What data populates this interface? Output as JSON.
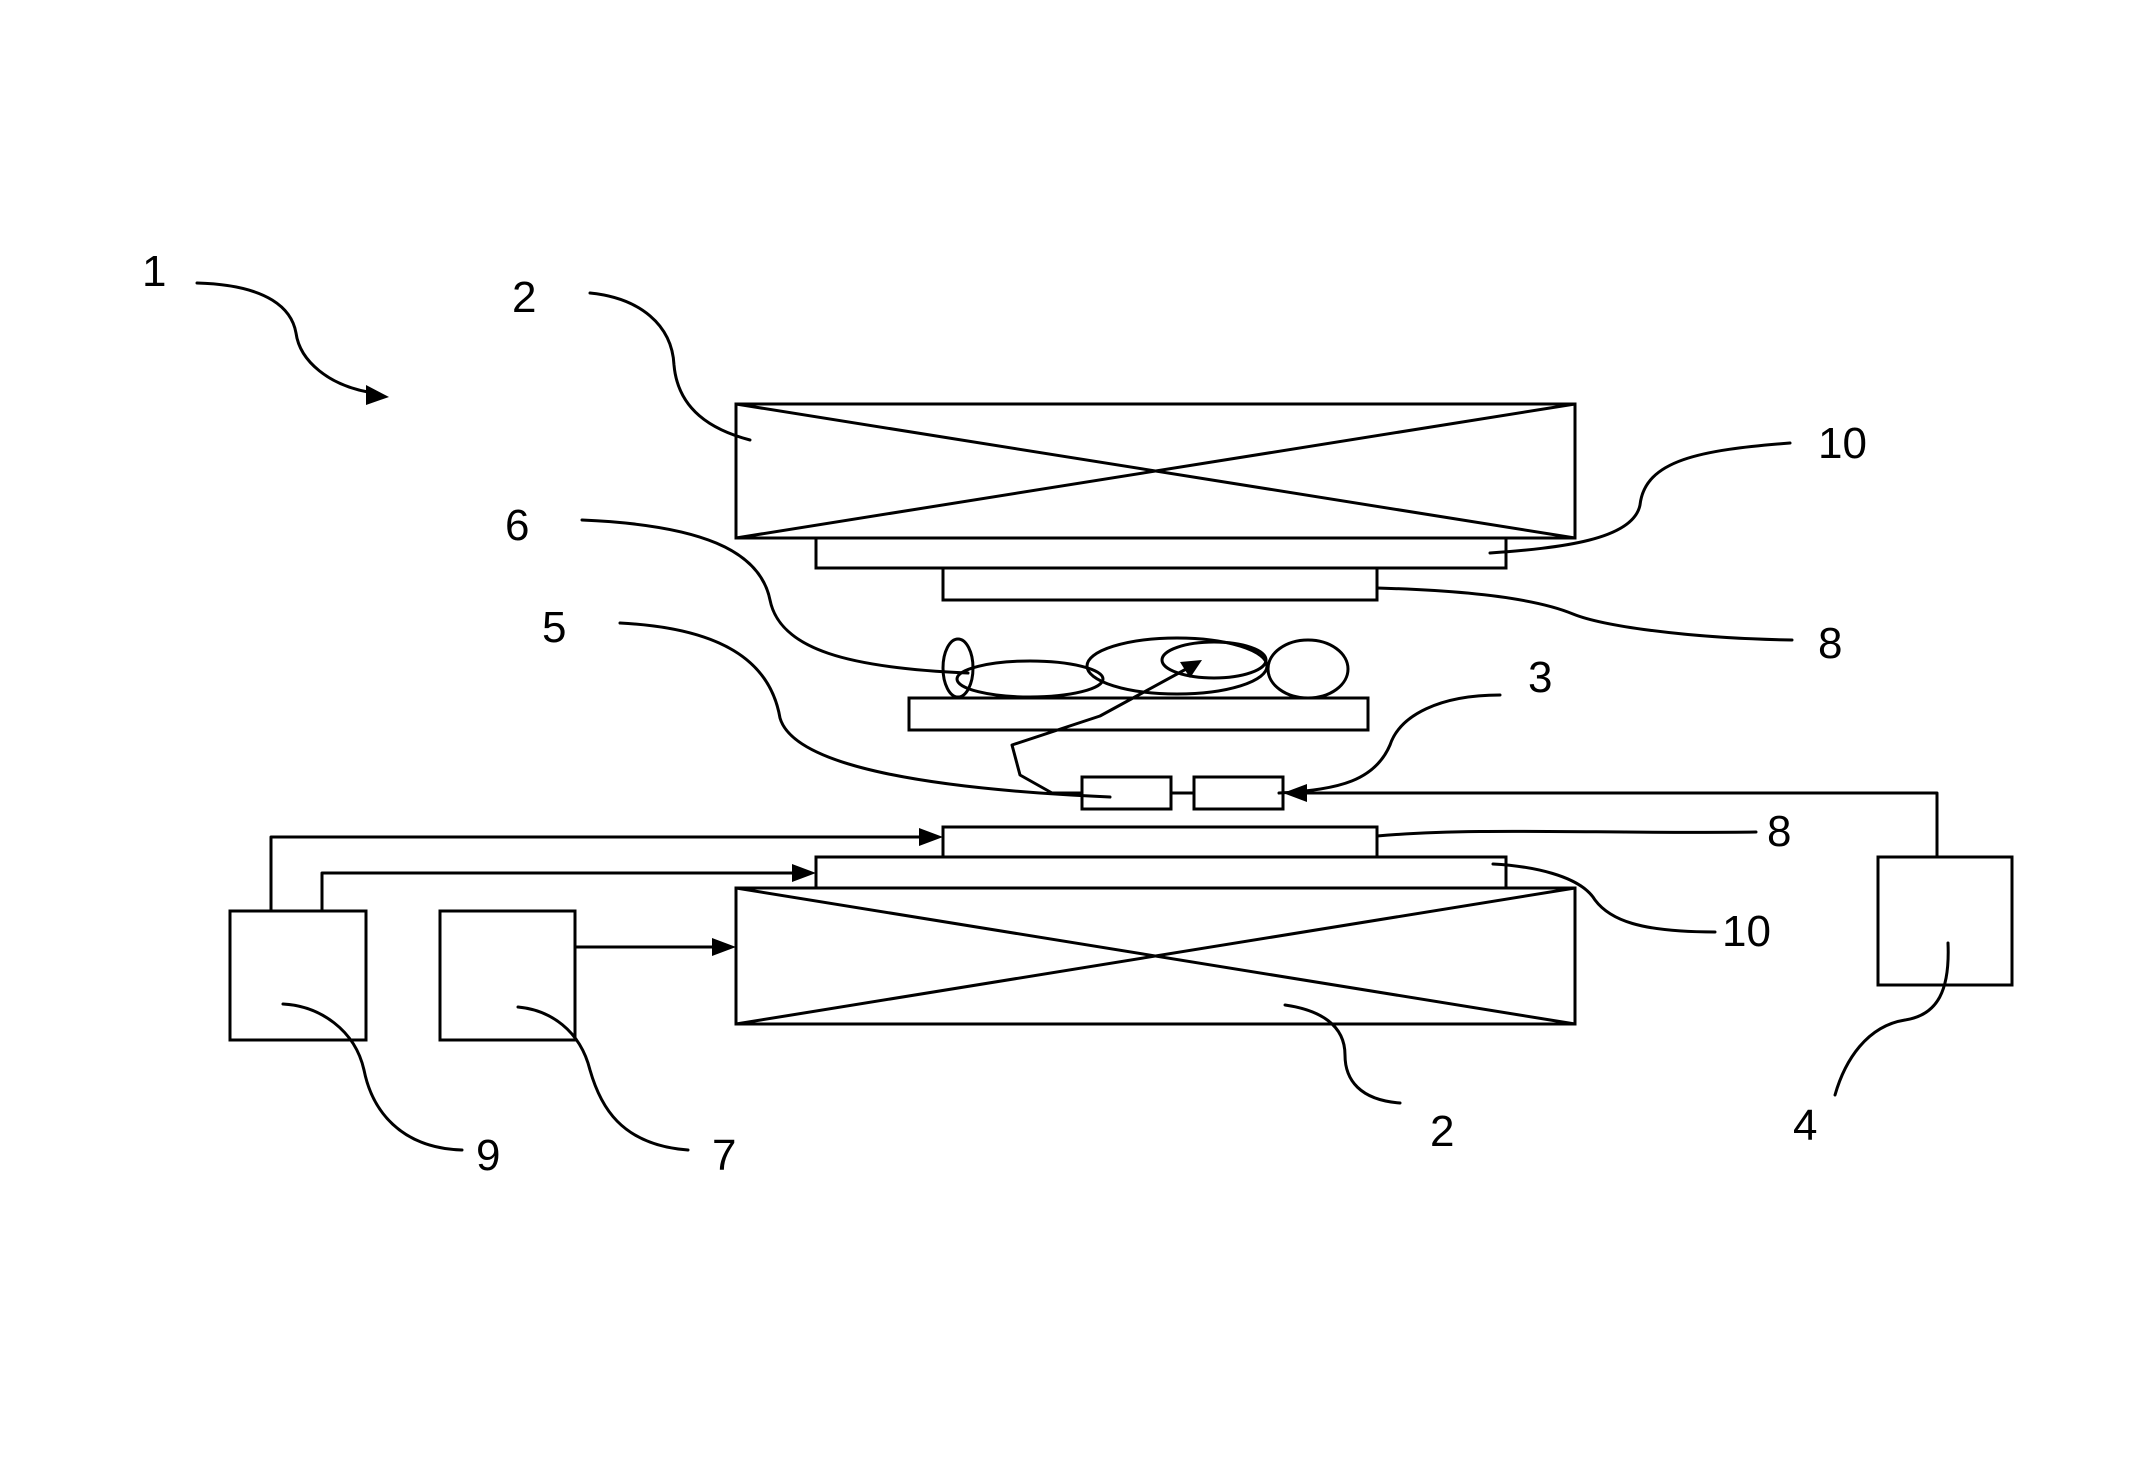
{
  "figure": {
    "labels": {
      "system": "1",
      "magnet_upper": "2",
      "magnet_lower": "2",
      "applicator": "3",
      "rf_source": "4",
      "cable": "5",
      "patient": "6",
      "power_supply": "7",
      "gradient_upper": "8",
      "gradient_lower": "8",
      "controller": "9",
      "shim_upper": "10",
      "shim_lower": "10"
    }
  }
}
